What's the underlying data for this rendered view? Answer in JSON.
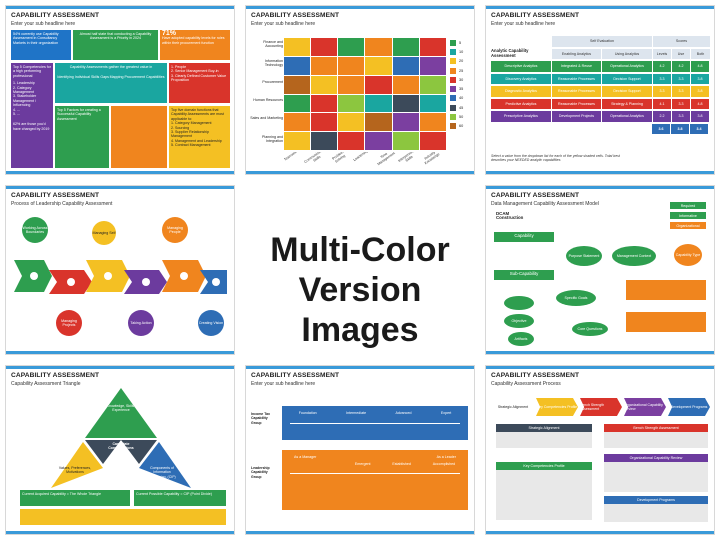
{
  "center_heading": [
    "Multi-Color",
    "Version Images"
  ],
  "slides": {
    "s1": {
      "title": "CAPABILITY ASSESSMENT",
      "subtitle": "Enter your sub headline here",
      "stat1": "54% currently use Capability Assessment in Consultancy Markets in their organization",
      "stat2": "Almost half state that conducting a Capability Assessment is a Priority in 2024",
      "stat3_pct": "71%",
      "stat3": "Have adopted capability levels for roles within their procurement function",
      "top5_head": "Top 5 Competencies for a high performing professional",
      "top5": [
        "1. Leadership",
        "2. Category Management",
        "3. Stakeholder Management / Influencing",
        "4. ...",
        "5. ..."
      ],
      "top5_foot": "62% are those you'd have changed by 2019",
      "cap_head": "Capability Assessments gather the greatest value in",
      "cap_items": [
        "Identifying Individual Skills Gaps",
        "Mapping Procurement Capabilities"
      ],
      "people": [
        "1. People",
        "2. Senior Management Buy-in",
        "3. Clearly Defined Customer Value Proposition"
      ],
      "factors_head": "Top 5 Factors for creating a Successful Capability Assessment",
      "functions_head": "Top five domain functions that Capability Assessments are most applicable to:",
      "functions": [
        "1. Category Management",
        "2. Sourcing",
        "3. Supplier Relationship Management",
        "4. Management and Leadership",
        "5. Contract Management"
      ]
    },
    "s2": {
      "title": "CAPABILITY ASSESSMENT",
      "subtitle": "Enter your sub headline here",
      "rows": [
        "Finance and Accounting",
        "Information Technology",
        "Procurement",
        "Human Resources",
        "Sales and Marketing",
        "Planning and Integration"
      ],
      "cols": [
        "Teamwork",
        "Communication Skills",
        "Problem Solving",
        "Leadership",
        "Time Management",
        "Interpersonal Skills",
        "Industry Knowledge"
      ],
      "legend": [
        "5",
        "10",
        "20",
        "25",
        "30",
        "35",
        "40",
        "45",
        "50",
        "60"
      ]
    },
    "s3": {
      "title": "CAPABILITY ASSESSMENT",
      "subtitle": "Enter your sub headline here",
      "side_label": "Analytic Capability Assessment",
      "head_self": "Self Evaluation",
      "head_scores": "Scores",
      "subheads": [
        "Enabling Analytics",
        "Using Analytics",
        "Levels",
        "Use",
        "Both"
      ],
      "rows": [
        {
          "name": "Descriptive Analytics",
          "a": "Integrated & Reuse",
          "b": "Operational Analytics",
          "v": [
            "4.2",
            "4.2",
            "4.8"
          ]
        },
        {
          "name": "Discovery Analytics",
          "a": "Reasonable Processes",
          "b": "Decision Support",
          "v": [
            "3.3",
            "3.3",
            "3.8"
          ]
        },
        {
          "name": "Diagnostic Analytics",
          "a": "Reasonable Processes",
          "b": "Decision Support",
          "v": [
            "3.3",
            "3.3",
            "3.8"
          ]
        },
        {
          "name": "Predictive Analytics",
          "a": "Reasonable Processes",
          "b": "Strategy & Planning",
          "v": [
            "4.1",
            "3.3",
            "4.8"
          ]
        },
        {
          "name": "Prescriptive Analytics",
          "a": "Development Projects",
          "b": "Operational Analytics",
          "v": [
            "2.2",
            "3.3",
            "3.8"
          ]
        }
      ],
      "totals": [
        "3.6",
        "3.8",
        "3.4"
      ],
      "note": "Select a value from the dropdown list for each of the yellow shaded cells. Total best describes your NEEDED analytic capabilities"
    },
    "s4": {
      "title": "CAPABILITY ASSESSMENT",
      "subtitle": "Process of Leadership Capability Assessment",
      "top": [
        "Working Across Boundaries",
        "Managing Self",
        "Managing People"
      ],
      "bottom": [
        "Managing Projects",
        "Taking Action",
        "Creating Vision"
      ]
    },
    "s6": {
      "title": "CAPABILITY ASSESSMENT",
      "subtitle": "Data Management Capability Assessment Model",
      "model": "DCAM Construction",
      "legend": [
        "Required",
        "Informative",
        "Organizational"
      ],
      "nodes": [
        "Capability",
        "Sub-Capability",
        "Purpose Statement",
        "Capability Type",
        "Management Context",
        "Specific Goals",
        "Objective",
        "Artifacts",
        "Core Questions"
      ]
    },
    "s7": {
      "title": "CAPABILITY ASSESSMENT",
      "subtitle": "Capability Assessment Triangle",
      "top": "Knowledge, Skills, Experience",
      "center": "Candidate Considerations",
      "left": "Values, Preferences, Motivations",
      "right": "Components of Information Processing, (CIP)",
      "foot1": "Current Acquired Capability = The Whole Triangle",
      "foot2": "Current Possible Capability = CIP (Point Divide)"
    },
    "s8": {
      "title": "CAPABILITY ASSESSMENT",
      "subtitle": "Enter your sub headline here",
      "group1": "Income Tax Capability Group",
      "steps1": [
        "Foundation",
        "Intermediate",
        "Advanced",
        "Expert"
      ],
      "group2": "Leadership Capability Group",
      "steps2": [
        "As a Manager",
        "As a Leader"
      ],
      "substeps2": [
        "Emergent",
        "Established",
        "Accomplished"
      ]
    },
    "s9": {
      "title": "CAPABILITY ASSESSMENT",
      "subtitle": "Capability Assessment Process",
      "steps": [
        "Strategic Alignment",
        "Key Competencies Profile",
        "Bench Strength Assessment",
        "Organizational Capability Review",
        "Development Programs"
      ],
      "boxes": [
        "Strategic Alignment",
        "Bench Strength Assessment",
        "Key Competencies Profile",
        "Organizational Capability Review",
        "Development Programs"
      ]
    }
  },
  "colors": {
    "green": "#2e9e4f",
    "orange": "#f0851e",
    "red": "#d9342b",
    "blue": "#2e6db5",
    "teal": "#1aa6a0",
    "purple": "#7b3fa0",
    "dark": "#3c4a5a",
    "yellow": "#f4c023"
  }
}
